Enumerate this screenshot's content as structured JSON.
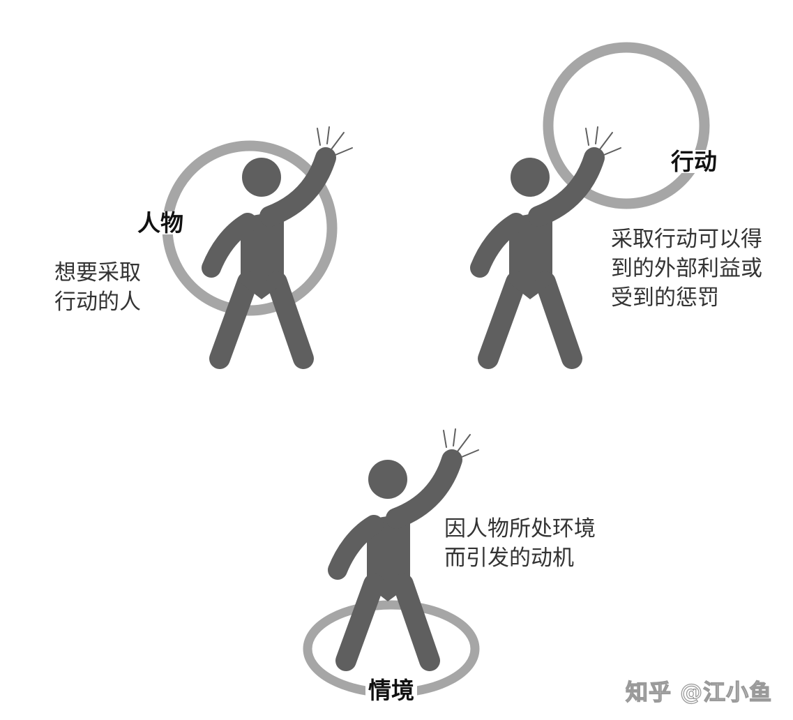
{
  "colors": {
    "figure": "#5f5f5f",
    "ring": "#a6a6a6",
    "text": "#111111",
    "background": "#ffffff"
  },
  "panels": {
    "person": {
      "label": "人物",
      "description": [
        "想要采取",
        "行动的人"
      ]
    },
    "action": {
      "label": "行动",
      "description": [
        "采取行动可以得",
        "到的外部利益或",
        "受到的惩罚"
      ]
    },
    "situation": {
      "label": "情境",
      "description": [
        "因人物所处环境",
        "而引发的动机"
      ]
    }
  },
  "watermark": "知乎 @江小鱼"
}
